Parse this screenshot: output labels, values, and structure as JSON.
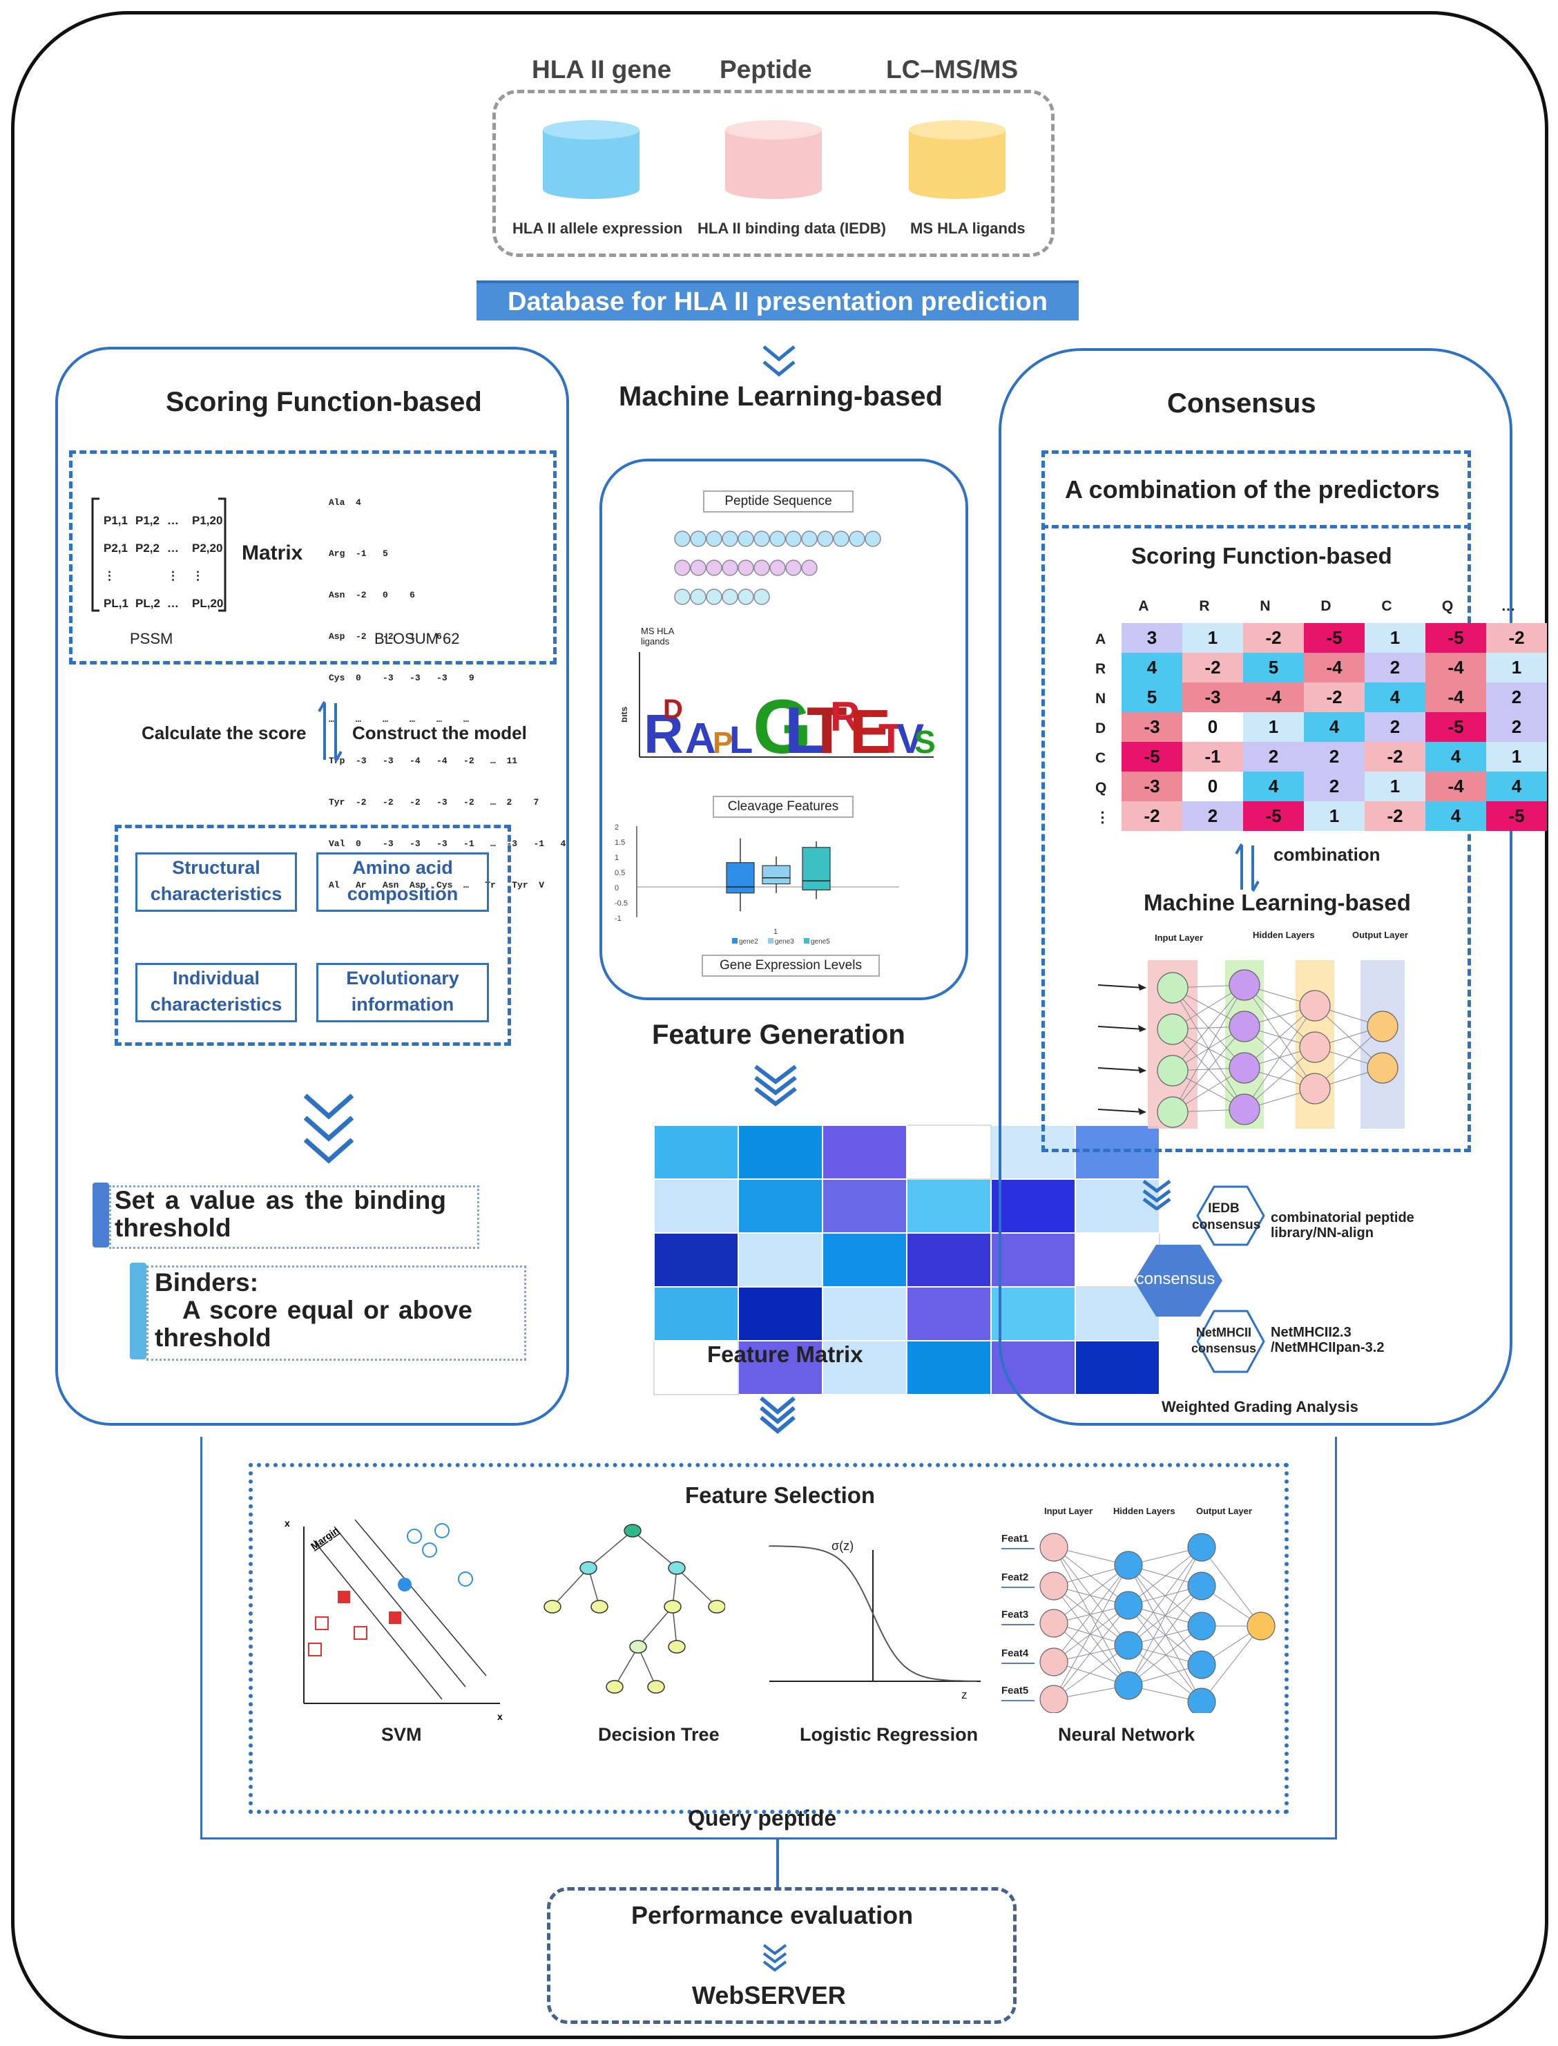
{
  "sources": {
    "headers": [
      "HLA II gene",
      "Peptide",
      "LC–MS/MS"
    ],
    "labels": [
      "HLA II allele expression",
      "HLA II  binding data (IEDB)",
      "MS HLA ligands"
    ],
    "colors": [
      "#7dcff4",
      "#f8c7c7",
      "#fbd677"
    ]
  },
  "database_banner": "Database for HLA II presentation prediction",
  "scoring": {
    "title": "Scoring Function-based",
    "pssm_cells": [
      [
        "P1,1",
        "P1,2",
        "…",
        "P1,20"
      ],
      [
        "P2,1",
        "P2,2",
        "…",
        "P2,20"
      ],
      [
        "⋮",
        "",
        "⋮",
        "⋮"
      ],
      [
        "PL,1",
        "PL,2",
        "…",
        "PL,20"
      ]
    ],
    "matrix_word": "Matrix",
    "pssm_label": "PSSM",
    "blosum_label": "BLOSUM 62",
    "blosum_rows": [
      "Ala  4",
      "Arg  -1   5",
      "Asn  -2   0    6",
      "Asp  -2   -2   1    6",
      "Cys  0    -3   -3   -3    9",
      "…    …    …    …    …    …",
      "Trp  -3   -3   -4   -4   -2   …  11",
      "Tyr  -2   -2   -2   -3   -2   …  2    7",
      "Val  0    -3   -3   -3   -1   …  -3   -1   4"
    ],
    "blosum_footer": "Al   Ar   Asn  Asp  Cys  …   Tr   Tyr  V",
    "calc_label": "Calculate the score",
    "construct_label": "Construct the model",
    "features": [
      "Structural characteristics",
      "Amino acid composition",
      "Individual characteristics",
      "Evolutionary information"
    ],
    "threshold_text": "Set a value as the binding threshold",
    "binders_title": "Binders:",
    "binders_text": "A score equal or above",
    "binders_text2": "threshold"
  },
  "ml": {
    "title": "Machine Learning-based",
    "peptide_seq_label": "Peptide Sequence",
    "logo_label": "MS HLA ligands",
    "cleavage_label": "Cleavage Features",
    "gene_expr_label": "Gene Expression Levels",
    "box_legend": [
      "gene2",
      "gene3",
      "gene5"
    ],
    "box_ticks": [
      "2",
      "1.5",
      "1",
      "0.5",
      "0",
      "-0.5",
      "-1"
    ],
    "feature_generation": "Feature Generation",
    "feature_matrix": "Feature Matrix"
  },
  "consensus": {
    "title": "Consensus",
    "combo_title": "A combination of the predictors",
    "scoring_sub": "Scoring Function-based",
    "cols": [
      "A",
      "R",
      "N",
      "D",
      "C",
      "Q",
      "…"
    ],
    "rows": [
      "A",
      "R",
      "N",
      "D",
      "C",
      "Q",
      "⋮"
    ],
    "values": [
      [
        3,
        1,
        -2,
        -5,
        1,
        -5,
        -2
      ],
      [
        4,
        -2,
        5,
        -4,
        2,
        -4,
        1
      ],
      [
        5,
        -3,
        -4,
        -2,
        4,
        -4,
        2
      ],
      [
        -3,
        0,
        1,
        4,
        2,
        -5,
        2
      ],
      [
        -5,
        -1,
        2,
        2,
        -2,
        4,
        1
      ],
      [
        -3,
        0,
        4,
        2,
        1,
        -4,
        4
      ],
      [
        -2,
        2,
        -5,
        1,
        -2,
        4,
        -5
      ]
    ],
    "combination_label": "combination",
    "ml_sub": "Machine Learning-based",
    "nn_layers": [
      "Input Layer",
      "Hidden Layers",
      "Output Layer"
    ],
    "iedb": "IEDB consensus",
    "iedb_desc": "combinatorial peptide library/NN-align",
    "consensus_word": "consensus",
    "netmhc": "NetMHCII consensus",
    "netmhc_desc": "NetMHCII2.3 /NetMHCIIpan-3.2",
    "weighted": "Weighted Grading Analysis"
  },
  "feature_selection": {
    "title": "Feature Selection",
    "models": [
      "SVM",
      "Decision Tree",
      "Logistic Regression",
      "Neural Network"
    ],
    "svm_margin": "Margin",
    "sigma_label": "σ(z)",
    "z_label": "z",
    "nn_layers": [
      "Input Layer",
      "Hidden Layers",
      "Output Layer"
    ],
    "feats": [
      "Feat1",
      "Feat2",
      "Feat3",
      "Feat4",
      "Feat5"
    ]
  },
  "query_peptide": "Query peptide",
  "performance": "Performance evaluation",
  "webserver": "WebSERVER",
  "colors": {
    "accent": "#2f72c4",
    "banner": "#4a8fd8",
    "hex": "#4a7fd4"
  }
}
